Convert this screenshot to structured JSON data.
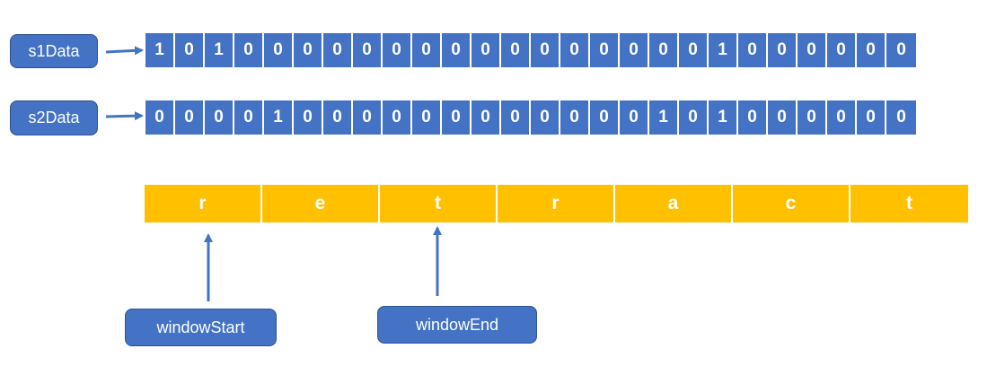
{
  "labels": {
    "s1": "s1Data",
    "s2": "s2Data",
    "window_start": "windowStart",
    "window_end": "windowEnd"
  },
  "s1_data": [
    "1",
    "0",
    "1",
    "0",
    "0",
    "0",
    "0",
    "0",
    "0",
    "0",
    "0",
    "0",
    "0",
    "0",
    "0",
    "0",
    "0",
    "0",
    "0",
    "1",
    "0",
    "0",
    "0",
    "0",
    "0",
    "0"
  ],
  "s2_data": [
    "0",
    "0",
    "0",
    "0",
    "1",
    "0",
    "0",
    "0",
    "0",
    "0",
    "0",
    "0",
    "0",
    "0",
    "0",
    "0",
    "0",
    "1",
    "0",
    "1",
    "0",
    "0",
    "0",
    "0",
    "0",
    "0"
  ],
  "string_chars": [
    "r",
    "e",
    "t",
    "r",
    "a",
    "c",
    "t"
  ],
  "colors": {
    "bit_cell": "#4472c4",
    "char_cell": "#ffc000",
    "arrow": "#4472c4"
  }
}
